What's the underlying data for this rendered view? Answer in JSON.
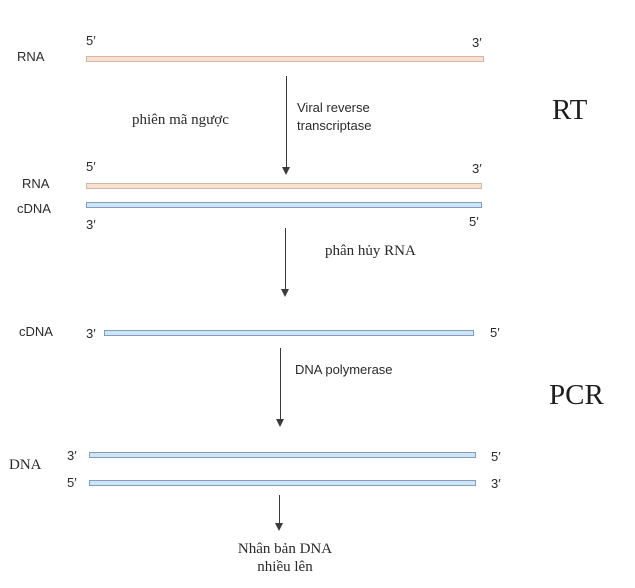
{
  "labels": {
    "rna_1": "RNA",
    "rna_2": "RNA",
    "cdna_1": "cDNA",
    "cdna_2": "cDNA",
    "dna": "DNA"
  },
  "ends": {
    "five_prime": "5′",
    "three_prime": "3′"
  },
  "steps": {
    "reverse_transcription": "phiên mã ngược",
    "enzyme_rt": [
      "Viral reverse",
      "transcriptase"
    ],
    "rna_degradation": "phân hủy RNA",
    "dna_polymerase": "DNA polymerase",
    "amplification": [
      "Nhân bản DNA",
      "nhiều lên"
    ]
  },
  "stages": {
    "rt": "RT",
    "pcr": "PCR"
  },
  "colors": {
    "rna_strand": "#f9e1d2",
    "dna_strand": "#cfe4f5",
    "arrow": "#3a3a3a"
  }
}
